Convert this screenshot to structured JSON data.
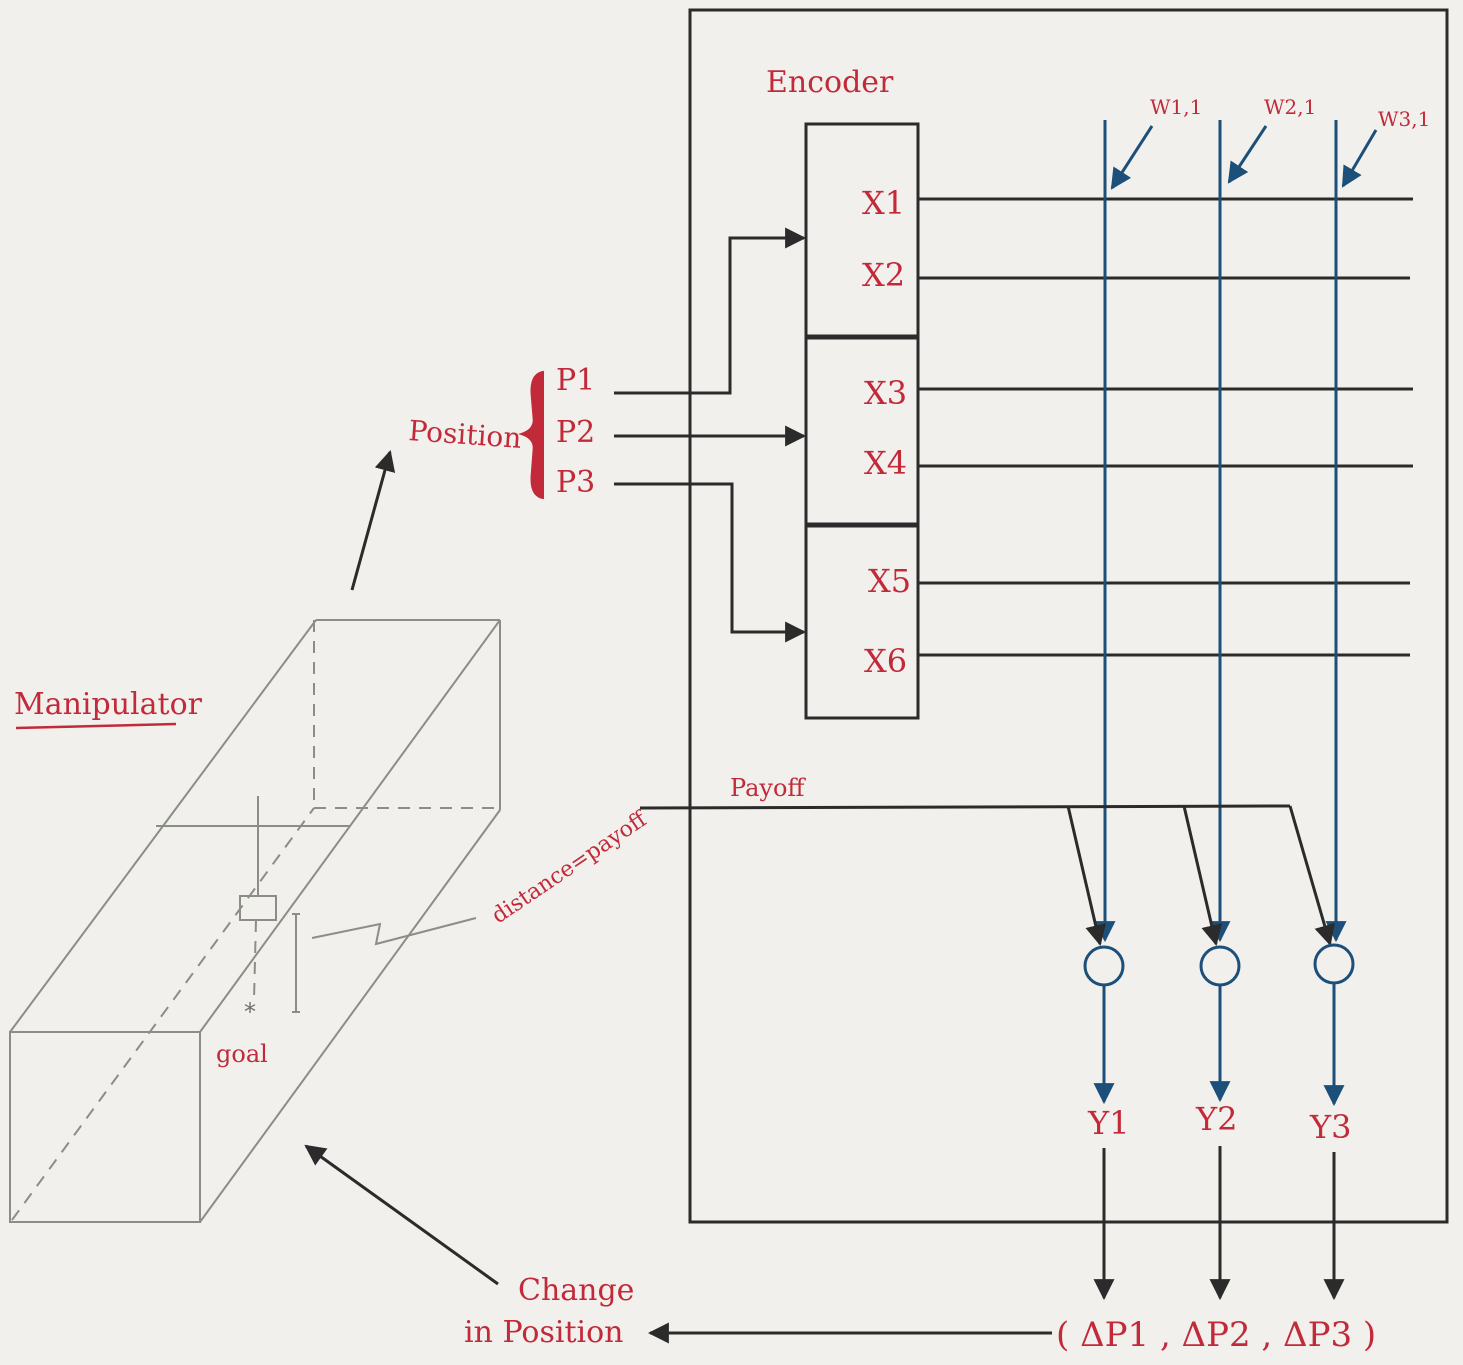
{
  "labels": {
    "encoder": "Encoder",
    "manipulator": "Manipulator",
    "position": "Position",
    "p1": "P1",
    "p2": "P2",
    "p3": "P3",
    "x1": "X1",
    "x2": "X2",
    "x3": "X3",
    "x4": "X4",
    "x5": "X5",
    "x6": "X6",
    "w1": "W1,1",
    "w2": "W2,1",
    "w3": "W3,1",
    "payoff": "Payoff",
    "distance": "distance=payoff",
    "goal": "goal",
    "y1": "Y1",
    "y2": "Y2",
    "y3": "Y3",
    "change_line1": "Change",
    "change_line2": "in Position",
    "delta_output": "( ΔP1 , ΔP2 , ΔP3 )"
  },
  "colors": {
    "label_red": "#c22a3a",
    "line_black": "#2b2b2b",
    "line_blue": "#1c4f7a",
    "box_grey": "#8b8e84",
    "background": "#f1f0ec"
  }
}
